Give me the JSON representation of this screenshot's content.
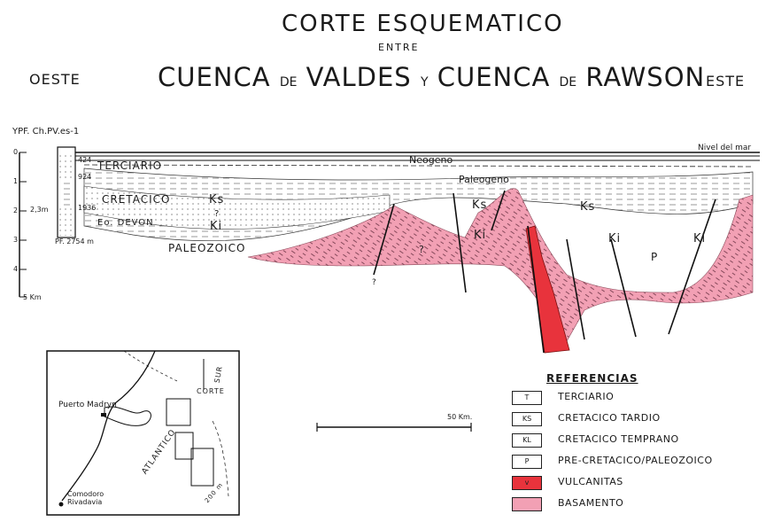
{
  "title": {
    "line1": "CORTE ESQUEMATICO",
    "line2": "ENTRE",
    "line3a": "CUENCA",
    "de1": "DE",
    "line3b": "VALDES",
    "y": "Y",
    "line3c": "CUENCA",
    "de2": "DE",
    "line3d": "RAWSON"
  },
  "oeste": "OESTE",
  "este": "ESTE",
  "well": {
    "name": "YPF. Ch.PV.es-1",
    "depth_ticks": [
      "0",
      "1",
      "2",
      "3",
      "4",
      "5 Km"
    ],
    "depths": [
      "424",
      "924",
      "1936",
      "PF. 2754 m"
    ],
    "marker_2m": "2,3m"
  },
  "sea_level": "Nivel del mar",
  "units": {
    "terciario": "TERCIARIO",
    "neogeno": "Neogeno",
    "paleogeno": "Paleogeno",
    "cretacico": "CRETACICO",
    "eo_devon": "Eo. DEVON",
    "paleozoico": "PALEOZOICO",
    "ks": "Ks",
    "ki": "Ki",
    "p": "P",
    "q": "?"
  },
  "map": {
    "puerto_madryn": "Puerto Madryn",
    "comodoro": "Comodoro Rivadavia",
    "atlantico": "ATLANTICO",
    "sur": "SUR",
    "corte": "CORTE",
    "depth": "200 m",
    "scale": "50 Km."
  },
  "references": {
    "title": "REFERENCIAS",
    "items": [
      {
        "code": "T",
        "label": "TERCIARIO",
        "fill": "#ffffff"
      },
      {
        "code": "KS",
        "label": "CRETACICO TARDIO",
        "fill": "#ffffff"
      },
      {
        "code": "KL",
        "label": "CRETACICO TEMPRANO",
        "fill": "#ffffff"
      },
      {
        "code": "P",
        "label": "PRE-CRETACICO/PALEOZOICO",
        "fill": "#ffffff"
      },
      {
        "code": "v",
        "label": "VULCANITAS",
        "fill": "#e8333c"
      },
      {
        "code": "",
        "label": "BASAMENTO",
        "fill": "#f2a0b4"
      }
    ]
  },
  "colors": {
    "basamento": "#f2a0b4",
    "vulcanitas": "#e8333c",
    "ink": "#1a1a1a"
  }
}
